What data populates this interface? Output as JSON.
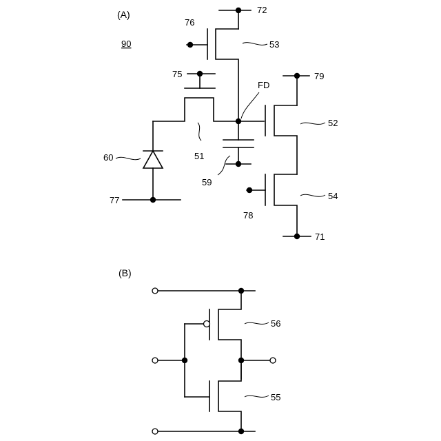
{
  "panels": {
    "a": {
      "label": "(A)"
    },
    "b": {
      "label": "(B)"
    }
  },
  "circuit_a": {
    "ref": "90",
    "fd": "FD",
    "labels": {
      "l72": "72",
      "l76": "76",
      "l53": "53",
      "l75": "75",
      "l79": "79",
      "l52": "52",
      "l51": "51",
      "l60": "60",
      "l59": "59",
      "l54": "54",
      "l77": "77",
      "l78": "78",
      "l71": "71"
    }
  },
  "circuit_b": {
    "labels": {
      "l56": "56",
      "l55": "55"
    }
  }
}
